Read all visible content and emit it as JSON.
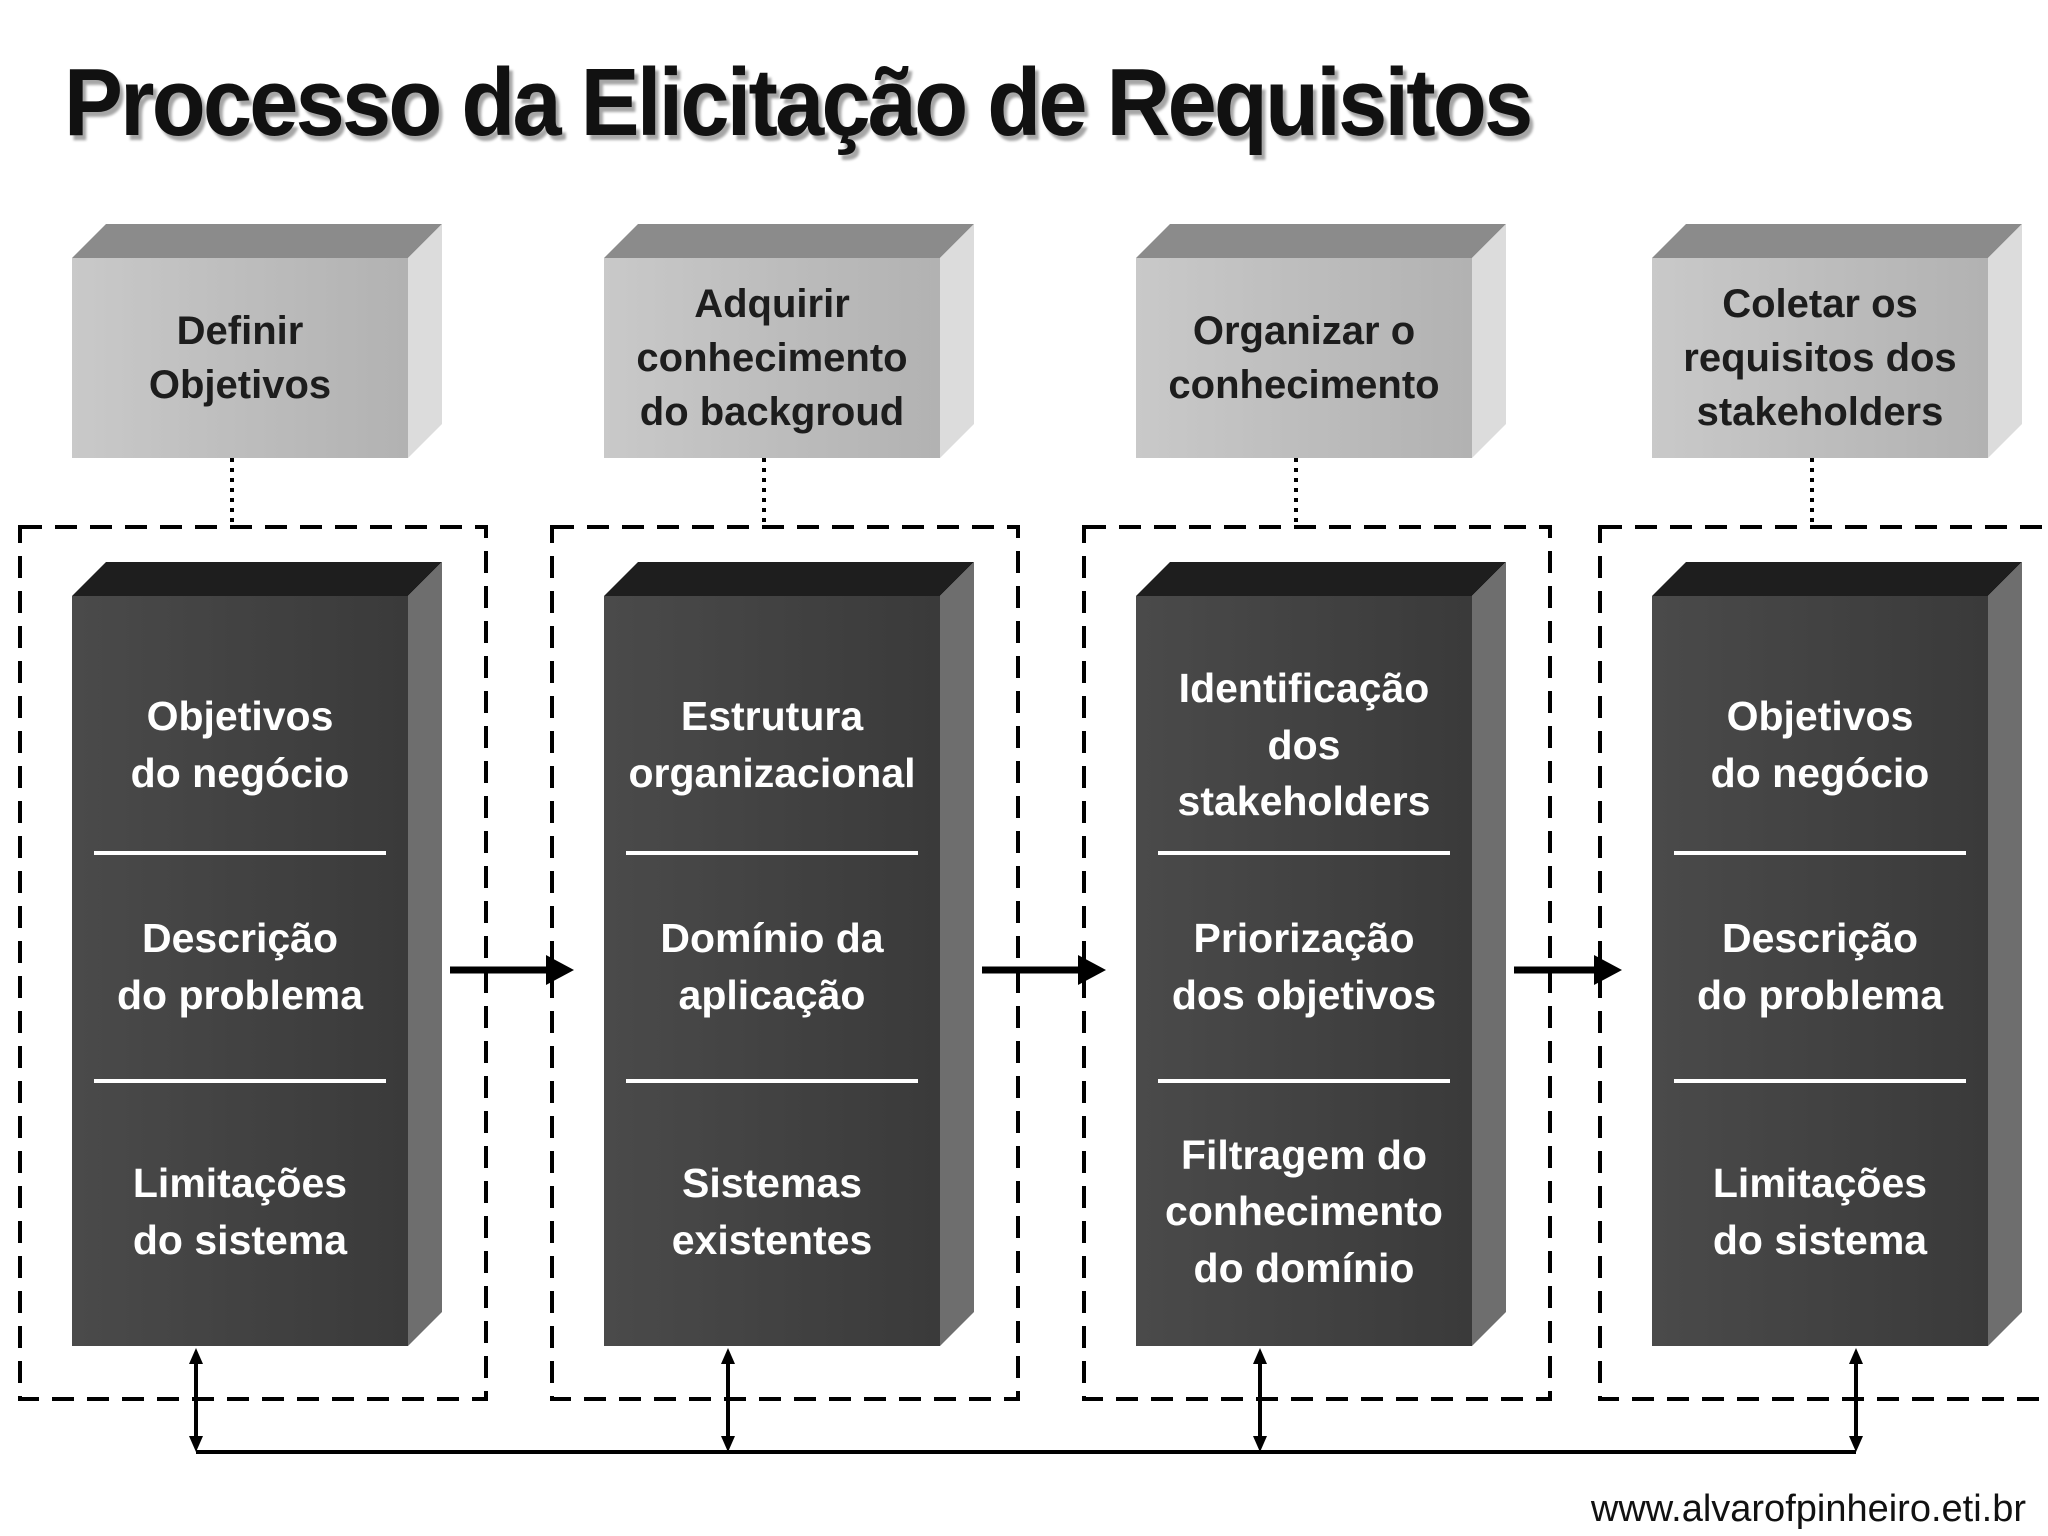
{
  "title": "Processo da Elicitação de Requisitos",
  "footer_url": "www.alvarofpinheiro.eti.br",
  "stages": [
    {
      "header": "Definir\nObjetivos",
      "items": [
        "Objetivos\ndo negócio",
        "Descrição\ndo problema",
        "Limitações\ndo sistema"
      ]
    },
    {
      "header": "Adquirir\nconhecimento\ndo backgroud",
      "items": [
        "Estrutura\norganizacional",
        "Domínio da\naplicação",
        "Sistemas\nexistentes"
      ]
    },
    {
      "header": "Organizar o\nconhecimento",
      "items": [
        "Identificação\ndos\nstakeholders",
        "Priorização\ndos objetivos",
        "Filtragem do\nconhecimento\ndo domínio"
      ]
    },
    {
      "header": "Coletar os\nrequisitos dos\nstakeholders",
      "items": [
        "Objetivos\ndo negócio",
        "Descrição\ndo problema",
        "Limitações\ndo sistema"
      ]
    }
  ]
}
